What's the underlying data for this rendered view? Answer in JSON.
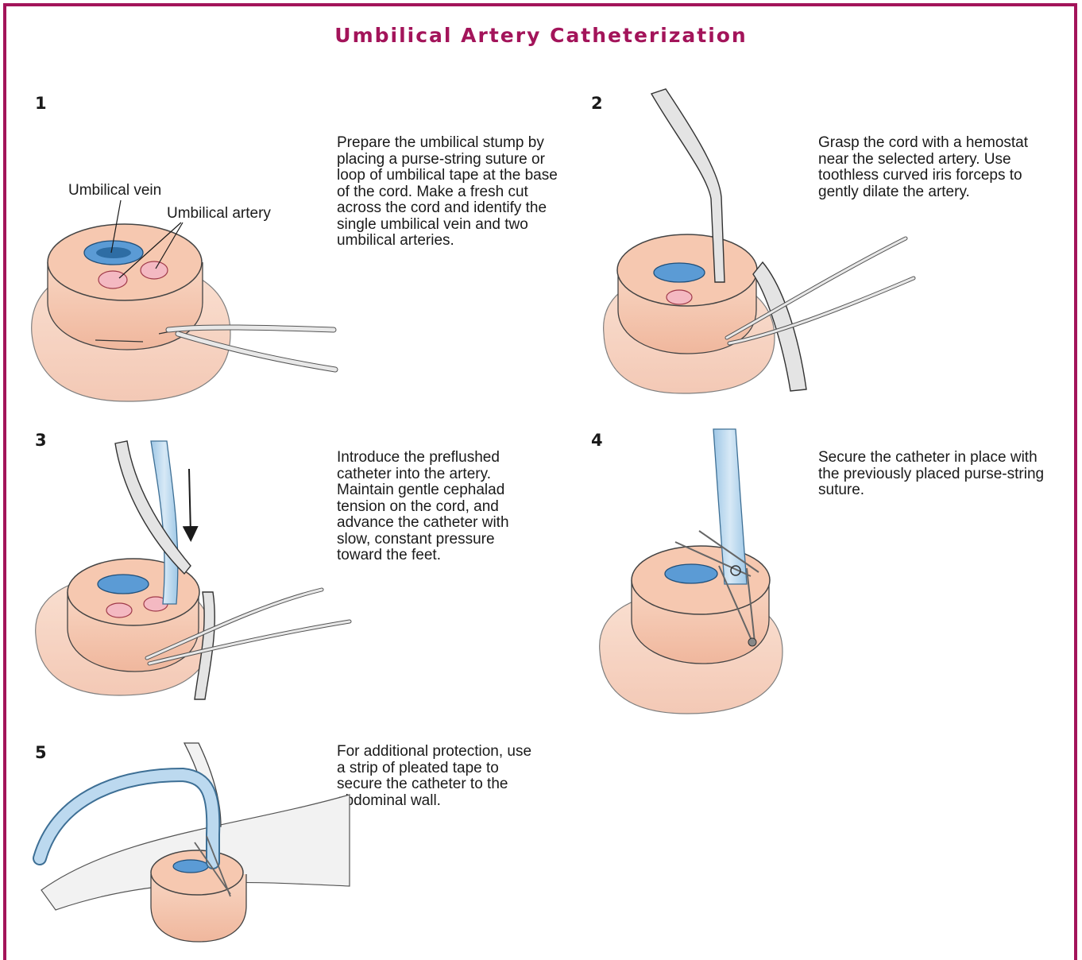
{
  "title": "Umbilical Artery Catheterization",
  "steps": [
    {
      "number": "1",
      "text": "Prepare the umbilical stump by placing a purse-string suture or loop of umbilical tape at the base of the cord. Make a fresh cut across the cord and identify the single umbilical vein and two umbilical arteries."
    },
    {
      "number": "2",
      "text": "Grasp the cord with a hemostat near the selected artery. Use toothless curved iris forceps to gently dilate the artery."
    },
    {
      "number": "3",
      "text": "Introduce the preflushed catheter into the artery. Maintain gentle cephalad tension on the cord, and advance the catheter with slow, constant pressure toward the feet."
    },
    {
      "number": "4",
      "text": "Secure the catheter in place with the previously placed purse-string suture."
    },
    {
      "number": "5",
      "text": "For additional protection, use a strip of pleated tape to secure the catheter to the abdominal wall."
    }
  ],
  "labels": {
    "umbilical_vein": "Umbilical vein",
    "umbilical_artery": "Umbilical artery"
  },
  "colors": {
    "accent": "#a3145a",
    "tissue": "#f6c8b0",
    "vein": "#5b9bd5",
    "catheter": "#bcd9ef",
    "text": "#1a1a1a"
  }
}
